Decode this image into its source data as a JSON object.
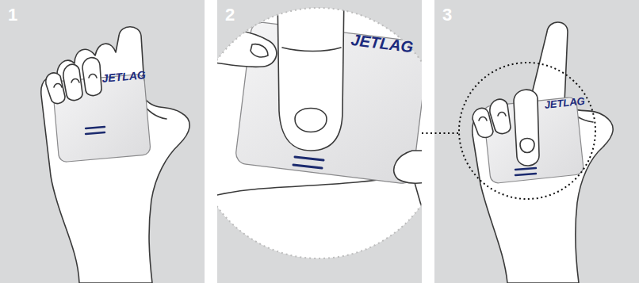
{
  "diagram": {
    "labels": [
      "1",
      "JETLAG",
      "2",
      "JETLAG",
      "3",
      "JETLAG"
    ]
  }
}
